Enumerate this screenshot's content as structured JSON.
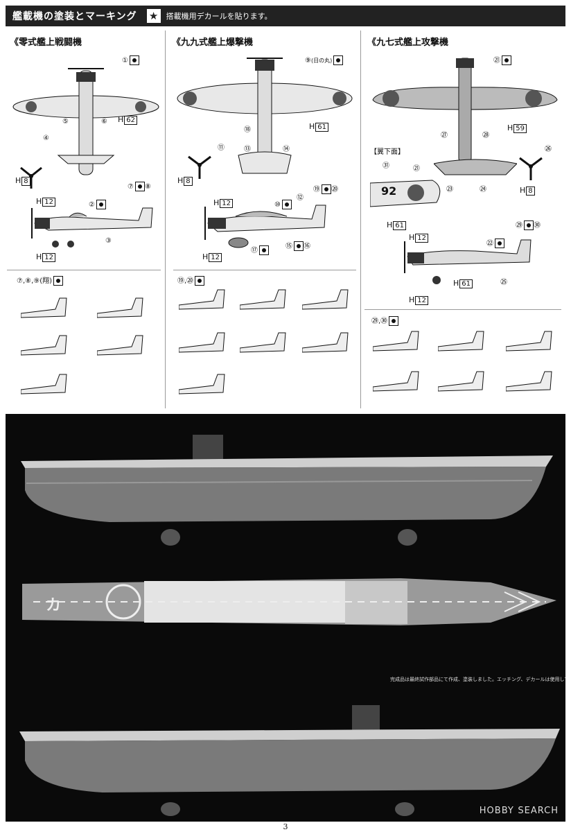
{
  "header": {
    "title": "艦載機の塗装とマーキング",
    "note": "搭載機用デカールを貼ります。"
  },
  "zero": {
    "title": "《零式艦上戦闘機",
    "c1": "①",
    "c5": "⑤",
    "c6": "⑥",
    "h62": "62",
    "c4": "④",
    "h8": "8",
    "c7": "⑦",
    "c8": "⑧",
    "h12a": "12",
    "c2": "②",
    "c3": "③",
    "h12b": "12",
    "sub": "⑦,⑧,⑨(翔)"
  },
  "val": {
    "title": "《九九式艦上爆撃機",
    "c9": "⑨",
    "c9note": "(日の丸)",
    "c18": "⑱",
    "h61": "61",
    "c13": "⑬",
    "c14": "⑭",
    "c11": "⑪",
    "h8": "8",
    "c12": "⑫",
    "c19": "⑲",
    "c20": "⑳",
    "h12a": "12",
    "c10": "⑩",
    "c15": "⑮",
    "c16": "⑯",
    "c17": "⑰",
    "h12b": "12",
    "sub": "⑲,⑳"
  },
  "kate": {
    "title": "《九七式艦上攻撃機",
    "c21": "㉑",
    "c27": "㉗",
    "c28": "㉘",
    "h59": "59",
    "wing": "【翼下面】",
    "c31": "㉛",
    "c21b": "㉑",
    "c23": "㉓",
    "c24": "㉔",
    "c26": "㉖",
    "h8": "8",
    "num": "92",
    "h61": "61",
    "c29": "㉙",
    "c30": "㉚",
    "h12a": "12",
    "c22": "㉒",
    "h61b": "61",
    "c25": "㉕",
    "h12b": "12",
    "sub": "㉙,㉚"
  },
  "hlabel": "H",
  "photo": {
    "deck_kana": "カ",
    "caption": "完成品は最終試作部品にて作成、塗装しました。エッチング、デカールは使用しておりません。",
    "watermark": "HOBBY",
    "watermark2": "SEARCH"
  },
  "page": "3"
}
